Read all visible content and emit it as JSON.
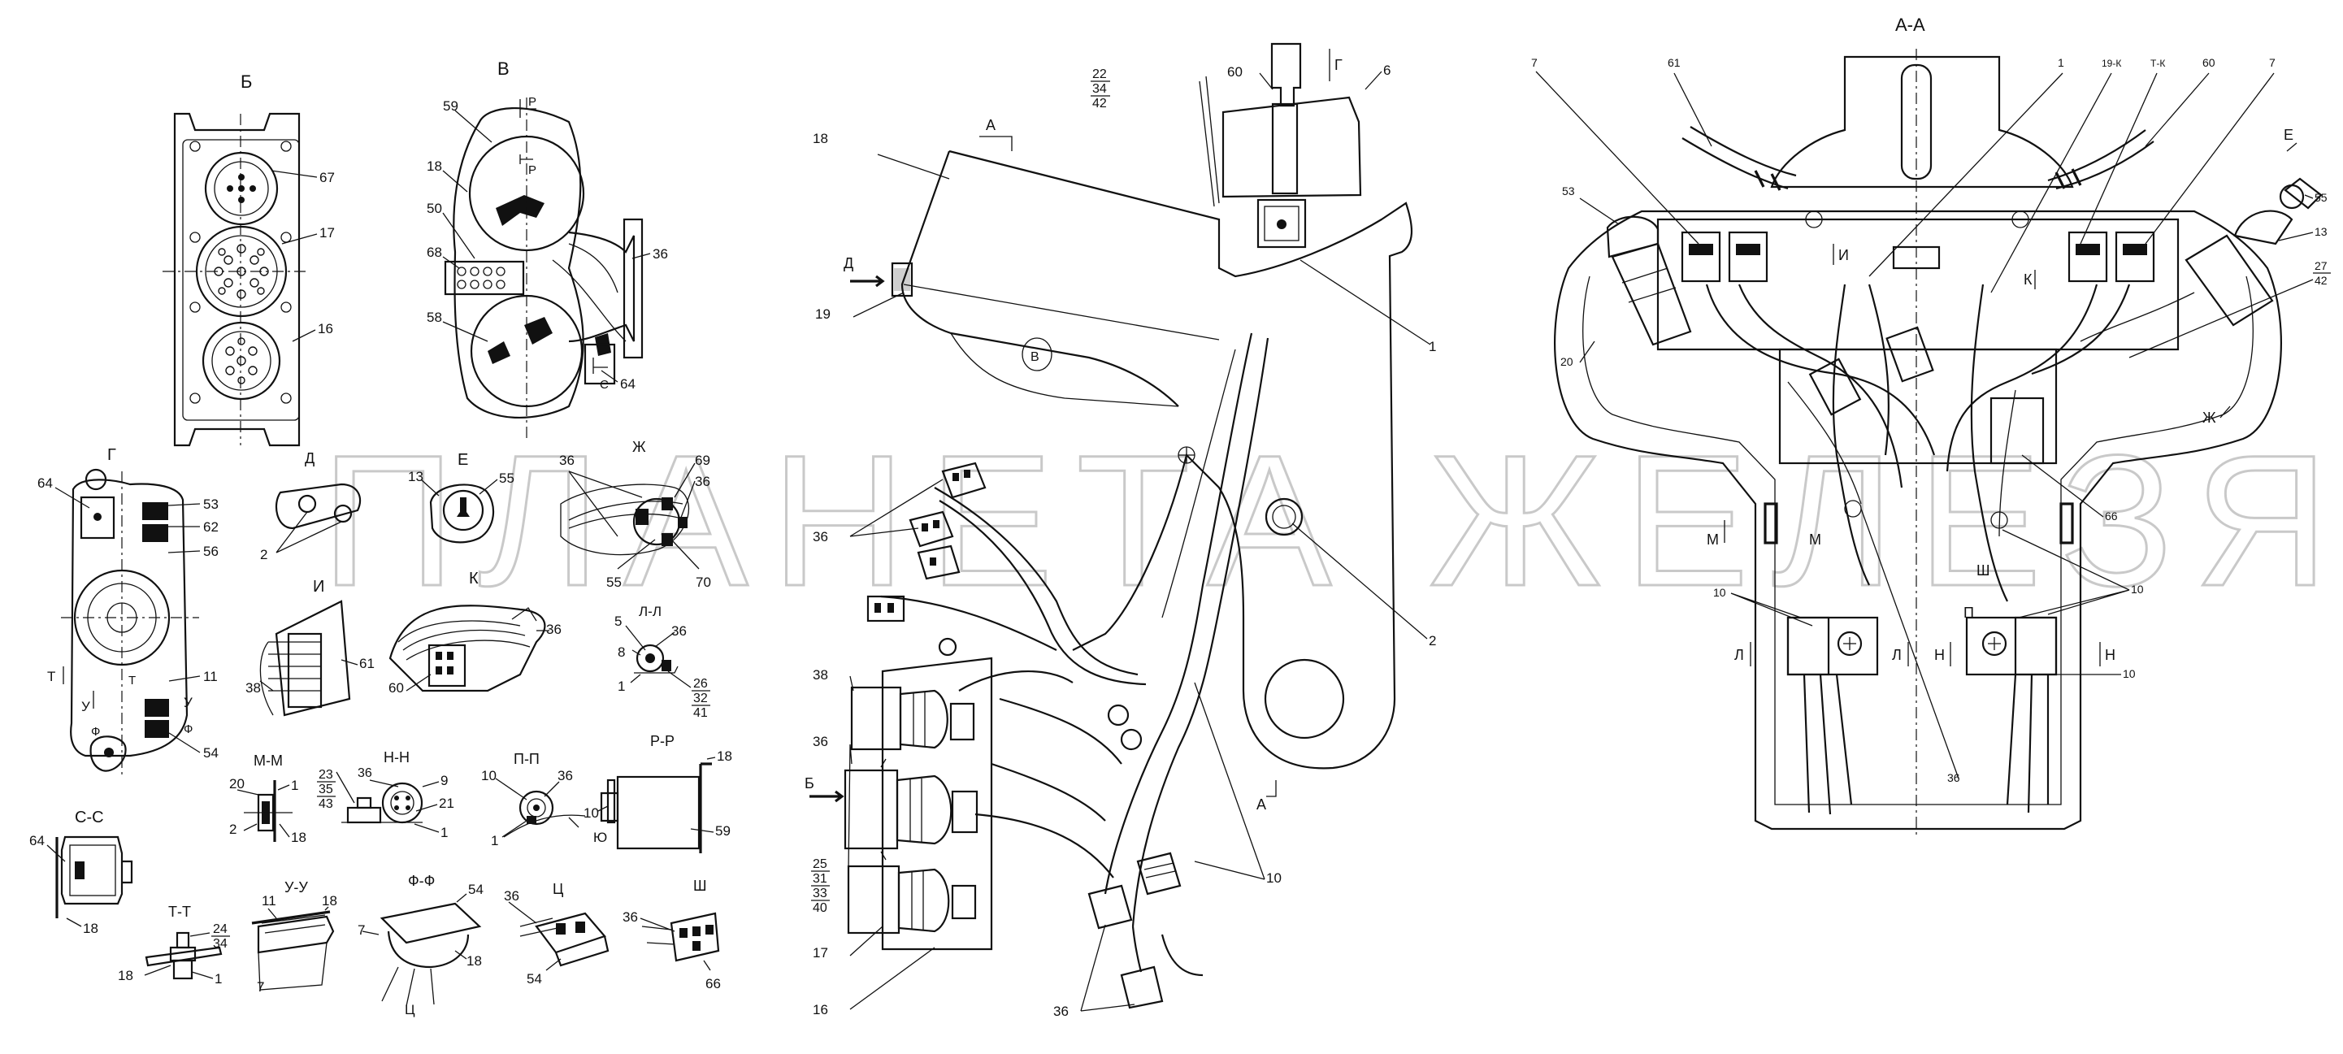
{
  "watermark": "ПЛАНЕТА ЖЕЛЕЗЯКА",
  "views": {
    "b": "Б",
    "v": "В",
    "g": "Г",
    "d": "Д",
    "e": "Е",
    "zh": "Ж",
    "i": "И",
    "k": "К",
    "ll": "Л-Л",
    "mm": "М-М",
    "nn": "Н-Н",
    "pp": "П-П",
    "rr": "Р-Р",
    "ss": "С-С",
    "tt": "Т-Т",
    "uu": "У-У",
    "ff": "Ф-Ф",
    "ts": "Ц",
    "sh": "Ш",
    "aa": "А-А"
  },
  "letters": {
    "a": "А",
    "b": "Б",
    "v": "В",
    "g": "Г",
    "d": "Д",
    "e": "Е",
    "zh": "Ж",
    "i": "И",
    "k": "К",
    "l": "Л",
    "m": "М",
    "n": "Н",
    "p": "П",
    "r": "Р",
    "s": "С",
    "t": "Т",
    "u": "У",
    "f": "Ф",
    "ts": "Ц",
    "sh": "Ш",
    "yu": "Ю"
  },
  "stacks": {
    "s22": [
      "22",
      "34",
      "42"
    ],
    "s23": [
      "23",
      "35",
      "43"
    ],
    "s24": [
      "24",
      "34"
    ],
    "s25": [
      "25",
      "31",
      "33",
      "40"
    ],
    "s26": [
      "26",
      "32",
      "41"
    ],
    "s27": [
      "27",
      "42"
    ]
  },
  "special": {
    "tk19": "19-К",
    "tk": "Т-К"
  },
  "callouts": {
    "n1": "1",
    "n2": "2",
    "n5": "5",
    "n6": "6",
    "n7": "7",
    "n8": "8",
    "n9": "9",
    "n10": "10",
    "n11": "11",
    "n13": "13",
    "n16": "16",
    "n17": "17",
    "n18": "18",
    "n19": "19",
    "n20": "20",
    "n21": "21",
    "n36": "36",
    "n38": "38",
    "n50": "50",
    "n53": "53",
    "n54": "54",
    "n55": "55",
    "n56": "56",
    "n58": "58",
    "n59": "59",
    "n60": "60",
    "n61": "61",
    "n62": "62",
    "n64": "64",
    "n66": "66",
    "n67": "67",
    "n68": "68",
    "n69": "69",
    "n70": "70"
  }
}
